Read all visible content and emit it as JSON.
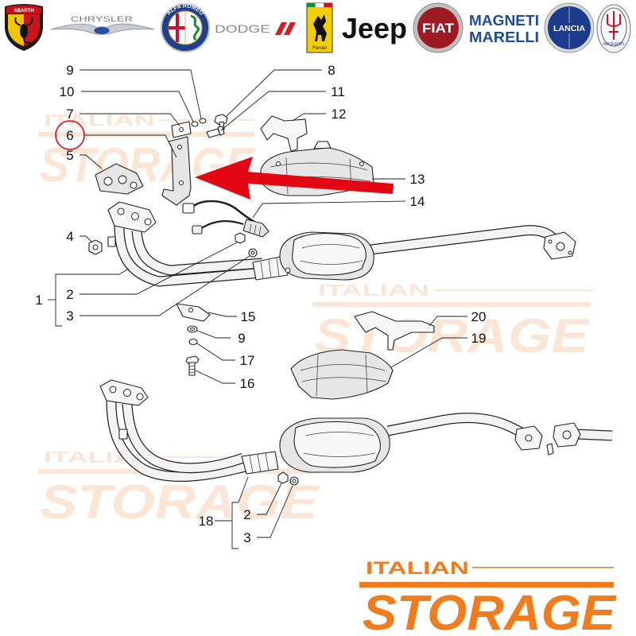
{
  "logos": {
    "abarth": "ABARTH",
    "chrysler": "CHRYSLER",
    "alfa_romeo": "ALFA ROMEO",
    "dodge": "DODGE",
    "ferrari": "Ferrari",
    "jeep": "Jeep",
    "fiat": "FIAT",
    "magneti_marelli": {
      "line1": "MAGNETI",
      "line2": "MARELLI"
    },
    "lancia": "LANCIA",
    "maserati": "MASERATI"
  },
  "callouts": [
    "9",
    "8",
    "10",
    "11",
    "7",
    "12",
    "6",
    "5",
    "13",
    "14",
    "4",
    "1",
    "2",
    "3",
    "15",
    "9",
    "17",
    "16",
    "20",
    "19",
    "18",
    "2",
    "3"
  ],
  "watermark": {
    "line1": "ITALIAN",
    "line2": "STORAGE"
  },
  "brand_logo": {
    "line1": "ITALIAN",
    "line2": "STORAGE"
  },
  "colors": {
    "brand_orange": "#f07c1e",
    "highlight_red": "#e30613",
    "line_art": "#222222"
  }
}
